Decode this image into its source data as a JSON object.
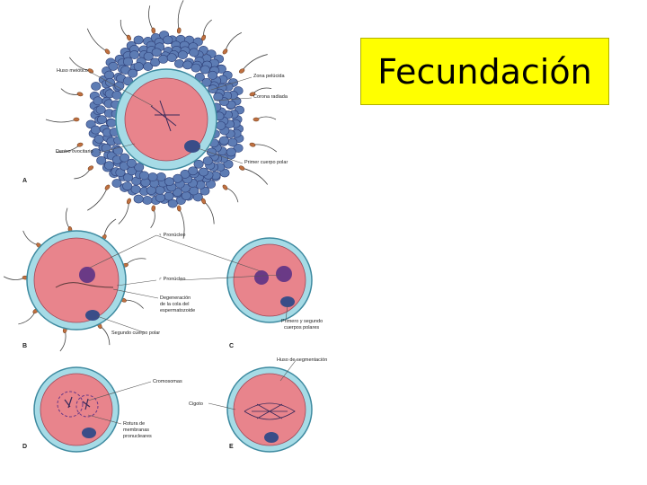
{
  "title": "Fecundación",
  "colors": {
    "title_bg": "#ffff00",
    "cytoplasm": "#e8848c",
    "zona_pellucida": "#a6dbe6",
    "corona_cells": "#5d7cb4",
    "nucleus": "#6a3a86",
    "polar_body": "#3a4d88"
  },
  "labels": {
    "huso_meiotico": "Huso meiótico",
    "zona_pelucida": "Zona pelúcida",
    "corona_radiada": "Corona radiada",
    "dentro_ovocito": "Dentro ovocitario",
    "primer_cuerpo_polar": "Primer cuerpo polar",
    "pronucleo_f": "♀ Pronúcleo",
    "pronucleo_m": "♂ Pronúcleo",
    "degeneracion": [
      "Degeneración",
      "de la cola del",
      "espermatozoide"
    ],
    "segundo_cuerpo_polar": "Segundo cuerpo polar",
    "primero_segundo": [
      "Primero y segundo",
      "cuerpos polares"
    ],
    "huso_segmentacion": "Huso de segmentación",
    "cromosomas": "Cromosomas",
    "cigoto": "Cigoto",
    "rotura": [
      "Rotura de",
      "membranas",
      "pronucleares"
    ]
  },
  "panels": [
    "A",
    "B",
    "C",
    "D",
    "E"
  ]
}
